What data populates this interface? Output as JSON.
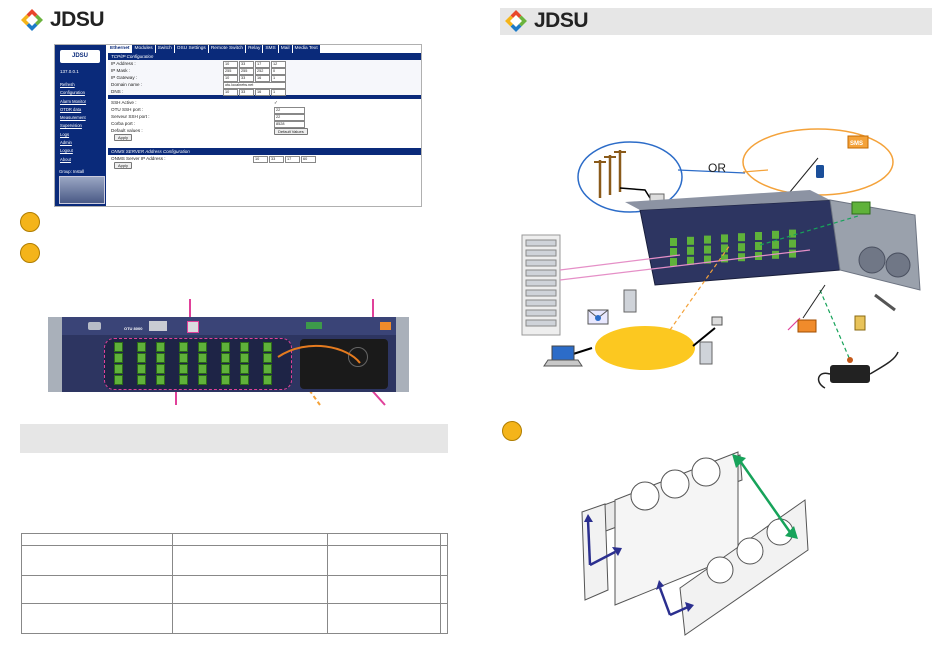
{
  "left_page": {
    "logo": {
      "text": "JDSU",
      "icon": "jdsu-diamond-icon"
    },
    "web_ui": {
      "sidebar": {
        "logo_text": "JDSU",
        "ip": "137.0.0.1",
        "menu": [
          "Refresh",
          "Configuration",
          "Alarm Monitor",
          "OTDR data",
          "Measurement",
          "Supervision",
          "Logs",
          "Admin",
          "Logout",
          "About"
        ],
        "group_label": "Group: Install"
      },
      "tabs": [
        "Ethernet",
        "Modules",
        "Switch",
        "OSU Settings",
        "Remote Switch",
        "Relay",
        "SMS",
        "Mail",
        "Media Text"
      ],
      "tcpip": {
        "header": "TCP/IP Configuration",
        "fields": [
          {
            "label": "IP Address :",
            "values": [
              "10",
              "33",
              "17",
              "12"
            ]
          },
          {
            "label": "IP Mask :",
            "values": [
              "255",
              "255",
              "252",
              "0"
            ]
          },
          {
            "label": "IP Gateway :",
            "values": [
              "10",
              "33",
              "16",
              "1"
            ]
          },
          {
            "label": "Domain name :",
            "values": [
              "otu.localnetw.net"
            ]
          },
          {
            "label": "DNS :",
            "values": [
              "10",
              "33",
              "16",
              "1"
            ]
          }
        ]
      },
      "ssh": {
        "fields": [
          {
            "label": "SSH Active :",
            "value": "✓"
          },
          {
            "label": "OTU SSH port :",
            "value": "22"
          },
          {
            "label": "Serveur SSH port :",
            "value": "22"
          },
          {
            "label": "Corba port :",
            "value": "8528"
          },
          {
            "label": "Default values :",
            "value": "Default Values"
          }
        ],
        "apply": "Apply"
      },
      "onms": {
        "header": "ONMS SERVER Address Configuration",
        "label": "ONMS Server IP Address :",
        "values": [
          "10",
          "33",
          "17",
          "60"
        ],
        "apply": "Apply"
      }
    },
    "device_label": "OTU 8000",
    "table": {
      "rows": [
        [
          "",
          "",
          "",
          ""
        ],
        [
          "",
          "",
          "",
          ""
        ],
        [
          "",
          "",
          "",
          ""
        ],
        [
          "",
          "",
          "",
          ""
        ]
      ]
    }
  },
  "right_page": {
    "logo": {
      "text": "JDSU",
      "icon": "jdsu-diamond-icon"
    },
    "or_label": "OR",
    "sms_label": "SMS",
    "colors": {
      "accent_magenta": "#e0419a",
      "sms_orange": "#f4a23a",
      "badge_yellow": "#f4b41a",
      "network_yellow": "#fcc820",
      "green_arrow": "#17a35a",
      "navy_arrow": "#2b2f8f"
    }
  }
}
